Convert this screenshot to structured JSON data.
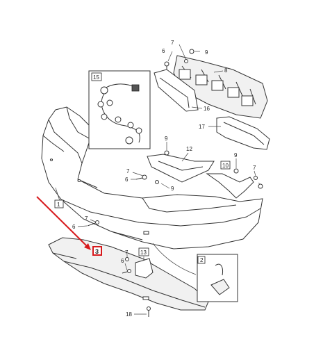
{
  "highlight_color": "#d7191c",
  "callouts": {
    "c1": "1",
    "c2": "2",
    "c3": "3",
    "c6a": "6",
    "c6b": "6",
    "c6c": "6",
    "c6d": "6",
    "c7a": "7",
    "c7b": "7",
    "c7c": "7",
    "c7d": "7",
    "c7e": "7",
    "c8": "8",
    "c9a": "9",
    "c9b": "9",
    "c9c": "9",
    "c9d": "9",
    "c10": "10",
    "c12": "12",
    "c13": "13",
    "c15": "15",
    "c16": "16",
    "c17": "17",
    "c18": "18"
  }
}
